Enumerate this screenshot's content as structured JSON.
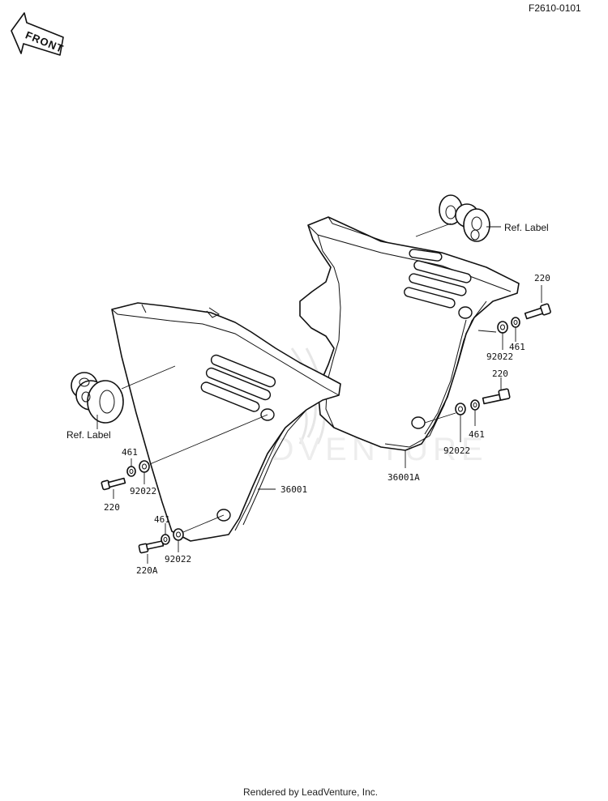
{
  "diagram_code": "F2610-0101",
  "front_arrow_text": "FRONT",
  "watermark_text": "LEADVENTURE",
  "footer": "Rendered by LeadVenture, Inc.",
  "labels": {
    "ref_label_right": "Ref.  Label",
    "ref_label_left": "Ref.  Label",
    "part_220_top": "220",
    "part_461_top_right": "461",
    "part_92022_top_right": "92022",
    "part_220_mid_right": "220",
    "part_461_mid_right": "461",
    "part_92022_mid_right": "92022",
    "part_36001A": "36001A",
    "part_461_left_upper": "461",
    "part_92022_left_upper": "92022",
    "part_220_left": "220",
    "part_36001": "36001",
    "part_461_left_lower": "461",
    "part_92022_left_lower": "92022",
    "part_220A": "220A"
  }
}
